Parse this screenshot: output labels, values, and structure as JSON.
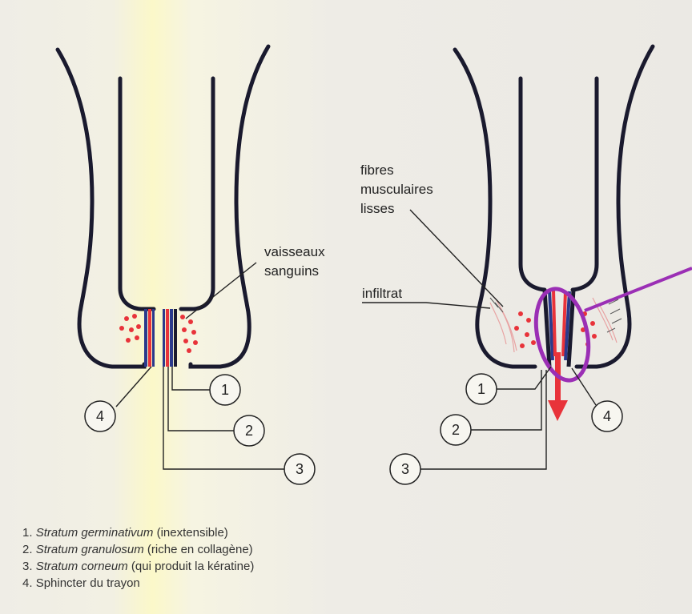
{
  "diagram": {
    "left": {
      "label_vessels": [
        "vaisseaux",
        "sanguins"
      ],
      "callouts": [
        "1",
        "2",
        "3",
        "4"
      ]
    },
    "right": {
      "label_fibres": [
        "fibres",
        "musculaires",
        "lisses"
      ],
      "label_infiltrat": "infiltrat",
      "callouts": [
        "1",
        "2",
        "3",
        "4"
      ]
    },
    "colors": {
      "outline": "#1a1a2e",
      "vessel_dot": "#e8333a",
      "canal_red": "#e8333a",
      "canal_blue": "#2b3a8c",
      "highlight_ring": "#9b2fb5",
      "arrow": "#e8333a"
    }
  },
  "legend": [
    {
      "num": "1.",
      "term": "Stratum germinativum",
      "desc": " (inextensible)"
    },
    {
      "num": "2.",
      "term": "Stratum granulosum",
      "desc": " (riche en collagène)"
    },
    {
      "num": "3.",
      "term": "Stratum corneum",
      "desc": " (qui produit la kératine)"
    },
    {
      "num": "4.",
      "term": "",
      "desc": "Sphincter du trayon"
    }
  ]
}
